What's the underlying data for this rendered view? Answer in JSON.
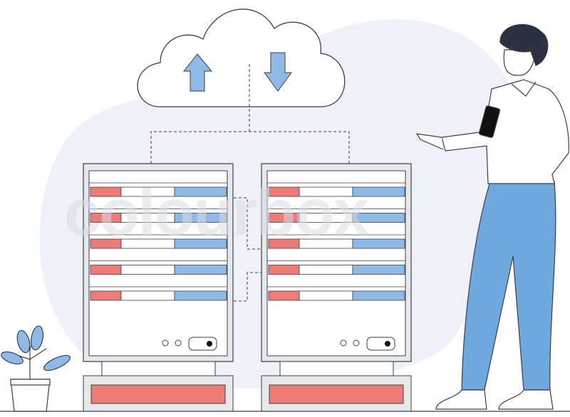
{
  "watermark": "colourbox",
  "colors": {
    "outline": "#3a3f4a",
    "red": "#ee7b76",
    "blue": "#8fb9e6",
    "pants": "#6fa8dc",
    "background_blob": "#eef2f8",
    "hair": "#2b3140"
  },
  "servers": [
    {
      "name": "server-left",
      "rows": 5
    },
    {
      "name": "server-right",
      "rows": 5
    }
  ],
  "icons": [
    "cloud-icon",
    "upload-arrow-icon",
    "download-arrow-icon",
    "plant-icon",
    "phone-icon"
  ]
}
